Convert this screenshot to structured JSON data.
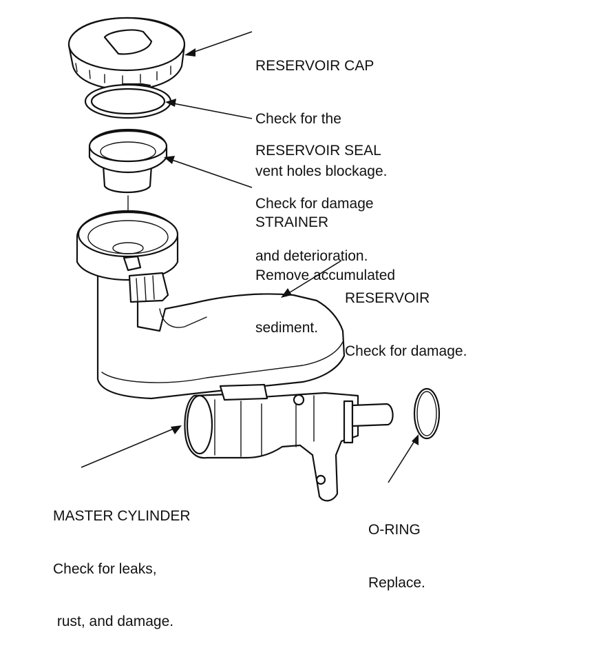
{
  "callouts": {
    "reservoir_cap": {
      "title": "RESERVOIR CAP",
      "line1": "Check for the",
      "line2": "vent holes blockage."
    },
    "reservoir_seal": {
      "title": "RESERVOIR SEAL",
      "line1": "Check for damage",
      "line2": "and deterioration."
    },
    "strainer": {
      "title": "STRAINER",
      "line1": "Remove accumulated",
      "line2": "sediment."
    },
    "reservoir": {
      "title": "RESERVOIR",
      "line1": "Check for damage."
    },
    "master_cylinder": {
      "title": "MASTER CYLINDER",
      "line1": "Check for leaks,",
      "line2": " rust, and damage."
    },
    "o_ring": {
      "title": "O-RING",
      "line1": "Replace."
    }
  },
  "colors": {
    "ink": "#111111",
    "paper": "#ffffff"
  }
}
